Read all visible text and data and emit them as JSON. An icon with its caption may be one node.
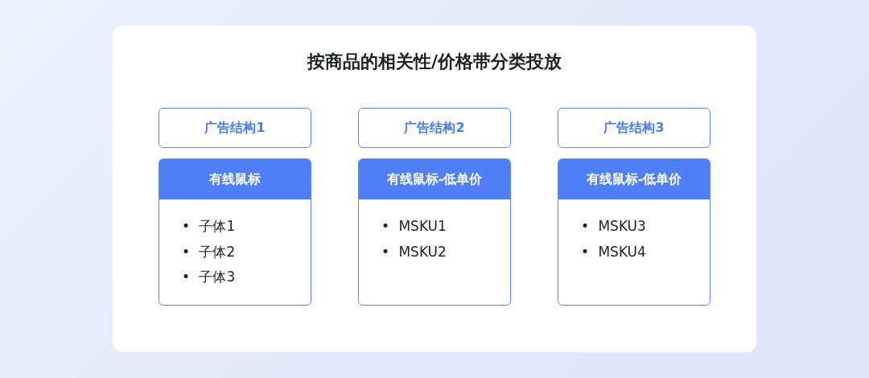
{
  "diagram": {
    "title": "按商品的相关性/价格带分类投放",
    "nodes": [
      {
        "text": [
          "广告结构1"
        ]
      },
      {
        "text": [
          "广告结构2"
        ]
      },
      {
        "text": [
          "广告结构3"
        ]
      },
      {
        "text": [
          "有线鼠标",
          "• 子体1",
          "• 子体2",
          "• 子体3"
        ]
      },
      {
        "text": [
          "有线鼠标-低单价",
          "• MSKU1",
          "• MSKU2"
        ]
      },
      {
        "text": [
          "有线鼠标-低单价",
          "• MSKU3",
          "• MSKU4"
        ]
      }
    ]
  }
}
